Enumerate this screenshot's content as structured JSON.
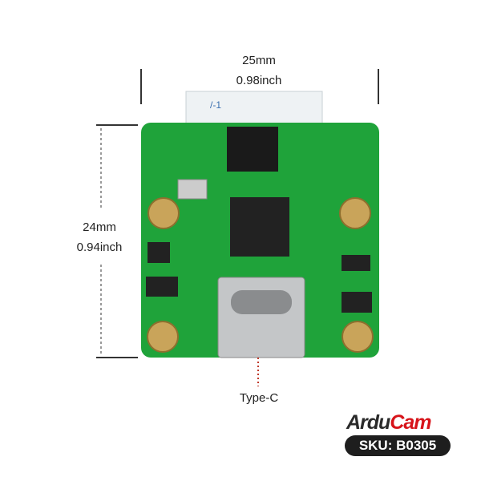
{
  "dimensions": {
    "width_mm": "25mm",
    "width_inch": "0.98inch",
    "height_mm": "24mm",
    "height_inch": "0.94inch"
  },
  "callout": {
    "label": "Type-C"
  },
  "brand": {
    "logo_part1": "Ardu",
    "logo_part2": "Cam",
    "sku": "SKU: B0305"
  },
  "colors": {
    "board": "#1fa33a",
    "brass": "#c9a45a",
    "logo_red": "#d7141a",
    "dim_line": "#333333",
    "callout": "#c0392b"
  }
}
